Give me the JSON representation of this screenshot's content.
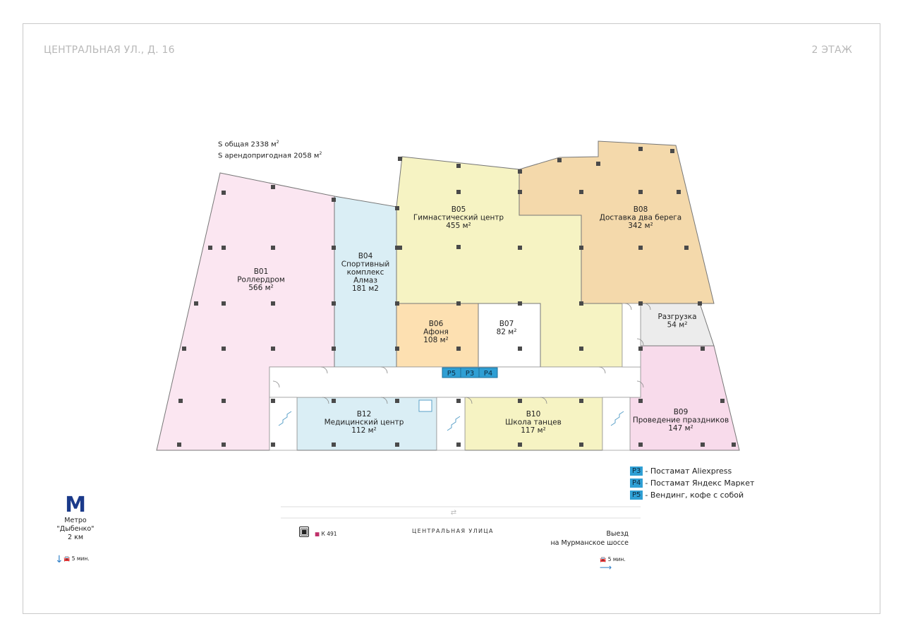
{
  "header": {
    "address": "ЦЕНТРАЛЬНАЯ УЛ., Д. 16",
    "floor": "2 ЭТАЖ"
  },
  "area": {
    "total": "S общая 2338 м",
    "rentable": "S арендопригодная 2058 м",
    "unit_sup": "2"
  },
  "rooms": [
    {
      "id": "b01",
      "lines": [
        "B01",
        "Роллердром",
        "566 м²"
      ],
      "color": "#fbe6f1"
    },
    {
      "id": "b04",
      "lines": [
        "B04",
        "Спортивный",
        "комплекс",
        "Алмаз",
        "181 м2"
      ],
      "color": "#daeef5"
    },
    {
      "id": "b05",
      "lines": [
        "B05",
        "Гимнастический центр",
        "455 м²"
      ],
      "color": "#f6f3c3"
    },
    {
      "id": "b06",
      "lines": [
        "B06",
        "Афоня",
        "108 м²"
      ],
      "color": "#fde0b1"
    },
    {
      "id": "b07",
      "lines": [
        "B07",
        "82 м²"
      ],
      "color": "#ffffff"
    },
    {
      "id": "b08",
      "lines": [
        "B08",
        "Доставка два берега",
        "342 м²"
      ],
      "color": "#f4d9ab"
    },
    {
      "id": "unload",
      "lines": [
        "Разгрузка",
        "54 м²"
      ],
      "color": "#ececec"
    },
    {
      "id": "b09",
      "lines": [
        "B09",
        "Проведение праздников",
        "147 м²"
      ],
      "color": "#f8dbeb"
    },
    {
      "id": "b10",
      "lines": [
        "B10",
        "Школа танцев",
        "117 м²"
      ],
      "color": "#f6f3c3"
    },
    {
      "id": "b12",
      "lines": [
        "B12",
        "Медицинский центр",
        "112 м²"
      ],
      "color": "#daeef5"
    }
  ],
  "corridor_tags": [
    "P5",
    "P3",
    "P4"
  ],
  "legend": [
    {
      "tag": "P3",
      "text": "- Постамат Aliexpress"
    },
    {
      "tag": "P4",
      "text": "- Постамат Яндекс Маркет"
    },
    {
      "tag": "P5",
      "text": "- Вендинг, кофе с собой"
    }
  ],
  "metro": {
    "logo": "M",
    "label1": "Метро",
    "label2": "\"Дыбенко\"",
    "distance": "2 км",
    "time": "5 мин."
  },
  "bus": {
    "route": "К 491"
  },
  "street": "ЦЕНТРАЛЬНАЯ УЛИЦА",
  "exit": {
    "line1": "Выезд",
    "line2": "на Мурманское шоссе",
    "time": "5 мин."
  },
  "colors": {
    "tag_blue": "#2f9fd4",
    "metro_blue": "#1b3a8a",
    "column": "#4a4a4a",
    "wall": "#777777"
  }
}
